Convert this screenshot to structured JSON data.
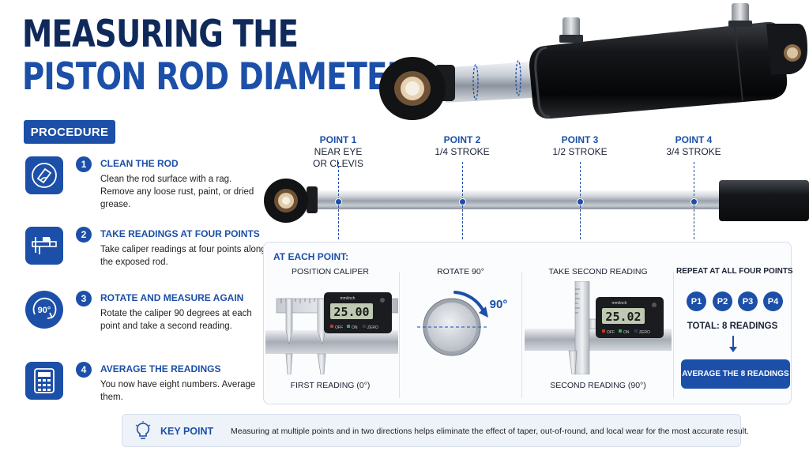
{
  "title": {
    "line1": "MEASURING THE",
    "line2": "PISTON ROD DIAMETER"
  },
  "procedure": {
    "label": "PROCEDURE",
    "steps": [
      {
        "num": "1",
        "title": "CLEAN THE ROD",
        "desc": "Clean the rod surface with a rag. Remove any loose rust, paint, or dried grease.",
        "icon": "rag-wipe-icon"
      },
      {
        "num": "2",
        "title": "TAKE READINGS AT FOUR POINTS",
        "desc": "Take caliper readings at four points along the exposed rod.",
        "icon": "caliper-icon"
      },
      {
        "num": "3",
        "title": "ROTATE AND MEASURE AGAIN",
        "desc": "Rotate the caliper 90 degrees at each point and take a second reading.",
        "icon": "rotate-90-icon"
      },
      {
        "num": "4",
        "title": "AVERAGE THE READINGS",
        "desc": "You now have eight numbers. Average them.",
        "icon": "calculator-icon"
      }
    ]
  },
  "points": [
    {
      "name": "POINT 1",
      "desc": "NEAR EYE\nOR CLEVIS"
    },
    {
      "name": "POINT 2",
      "desc": "1/4 STROKE"
    },
    {
      "name": "POINT 3",
      "desc": "1/2 STROKE"
    },
    {
      "name": "POINT 4",
      "desc": "3/4 STROKE"
    }
  ],
  "each_point": {
    "title": "AT EACH POINT:",
    "position_caliper": {
      "title": "POSITION CALIPER",
      "reading": "25.00",
      "caption": "FIRST READING (0°)"
    },
    "rotate": {
      "title": "ROTATE 90°",
      "angle": "90°"
    },
    "second": {
      "title": "TAKE SECOND READING",
      "reading": "25.02",
      "caption": "SECOND READING (90°)"
    },
    "repeat": {
      "title": "REPEAT AT ALL FOUR POINTS",
      "chips": [
        "P1",
        "P2",
        "P3",
        "P4"
      ],
      "total": "TOTAL: 8 READINGS",
      "button": "AVERAGE THE 8 READINGS"
    },
    "caliper_text": {
      "unit": "mm/inch",
      "off": "OFF",
      "on": "ON",
      "zero": "ZERO"
    }
  },
  "key_point": {
    "label": "KEY POINT",
    "text": "Measuring at multiple points and in two directions helps eliminate the effect of taper, out-of-round, and local wear for the most accurate result."
  },
  "colors": {
    "accent": "#1c4fa8",
    "navy": "#0f2a5a",
    "panel_bg": "#fbfcfe"
  }
}
